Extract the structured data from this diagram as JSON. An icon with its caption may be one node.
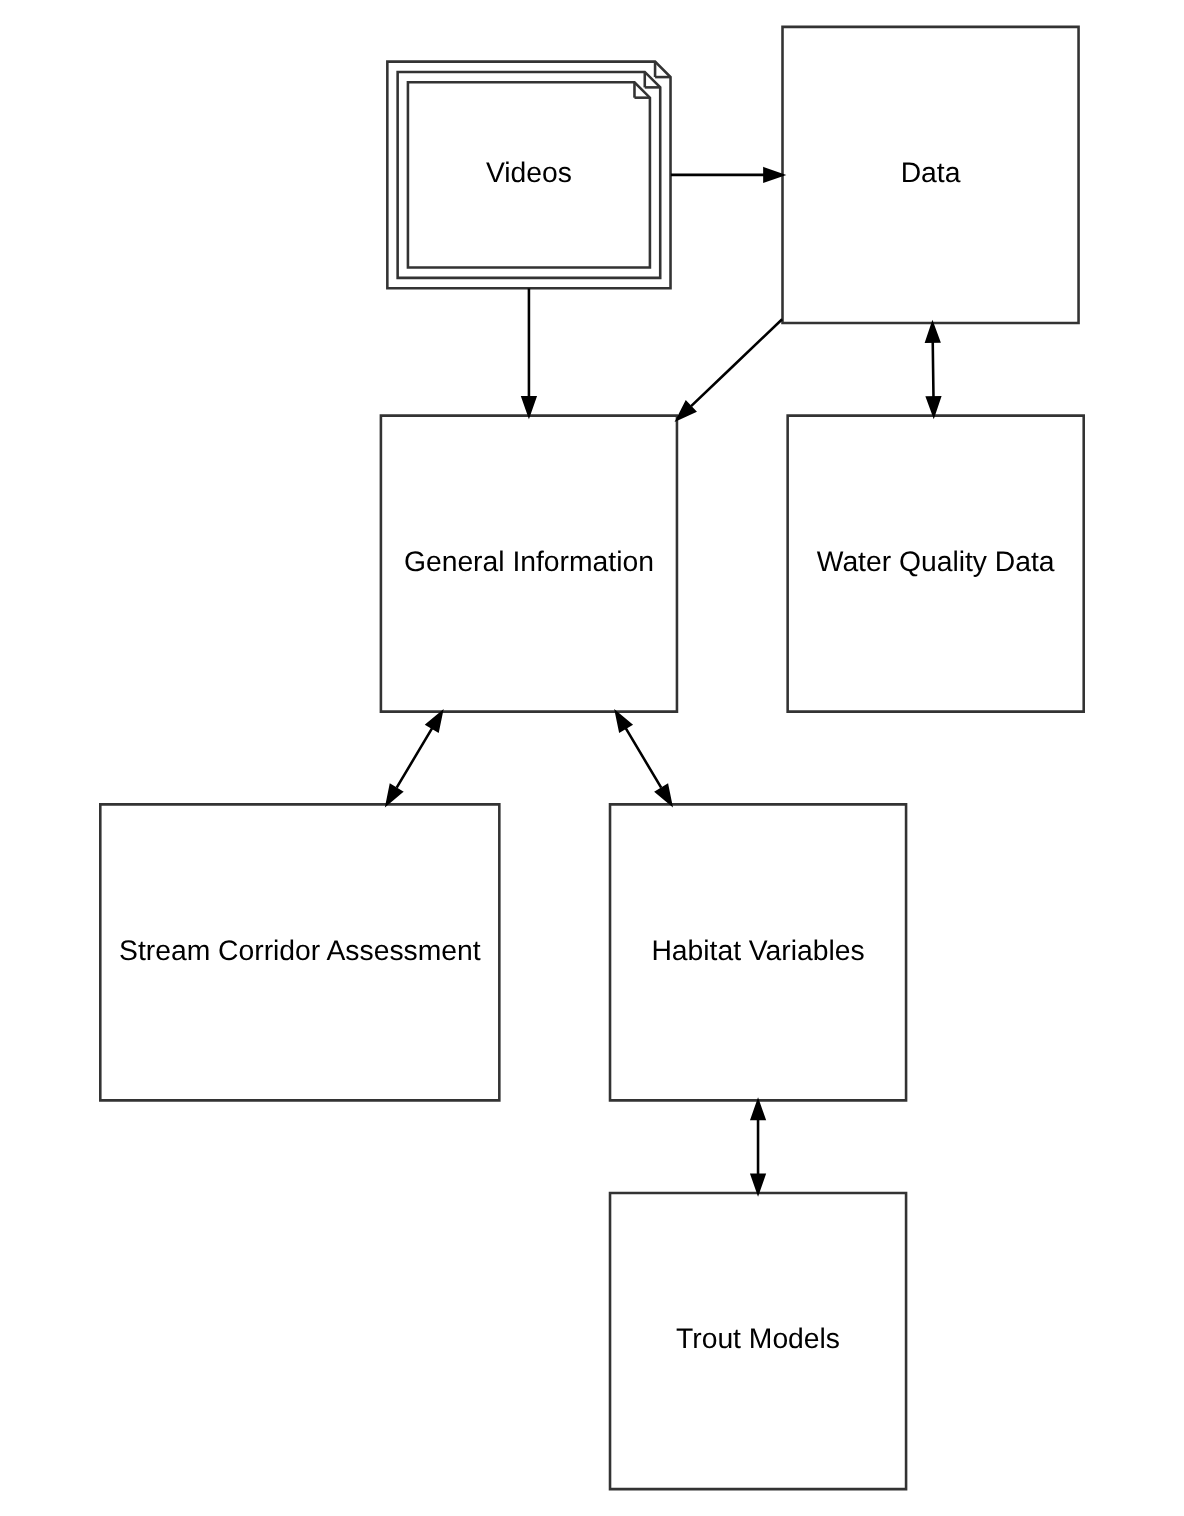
{
  "diagram": {
    "nodes": [
      {
        "text": [
          "Data"
        ]
      },
      {
        "text": [
          "Videos"
        ]
      },
      {
        "text": [
          "Water Quality Data"
        ]
      },
      {
        "text": [
          "General Information"
        ]
      },
      {
        "text": [
          "Stream Corridor Assessment"
        ]
      },
      {
        "text": [
          "Habitat Variables"
        ]
      },
      {
        "text": [
          "Trout Models"
        ]
      }
    ],
    "edges": [
      {
        "from": 1,
        "to": 0,
        "arrow": "to"
      },
      {
        "from": 0,
        "to": 3,
        "arrow": "to"
      },
      {
        "from": 1,
        "to": 3,
        "arrow": "to"
      },
      {
        "from": 0,
        "to": 2,
        "arrow": "both"
      },
      {
        "from": 3,
        "to": 4,
        "arrow": "both"
      },
      {
        "from": 3,
        "to": 5,
        "arrow": "both"
      },
      {
        "from": 5,
        "to": 6,
        "arrow": "both"
      }
    ]
  }
}
